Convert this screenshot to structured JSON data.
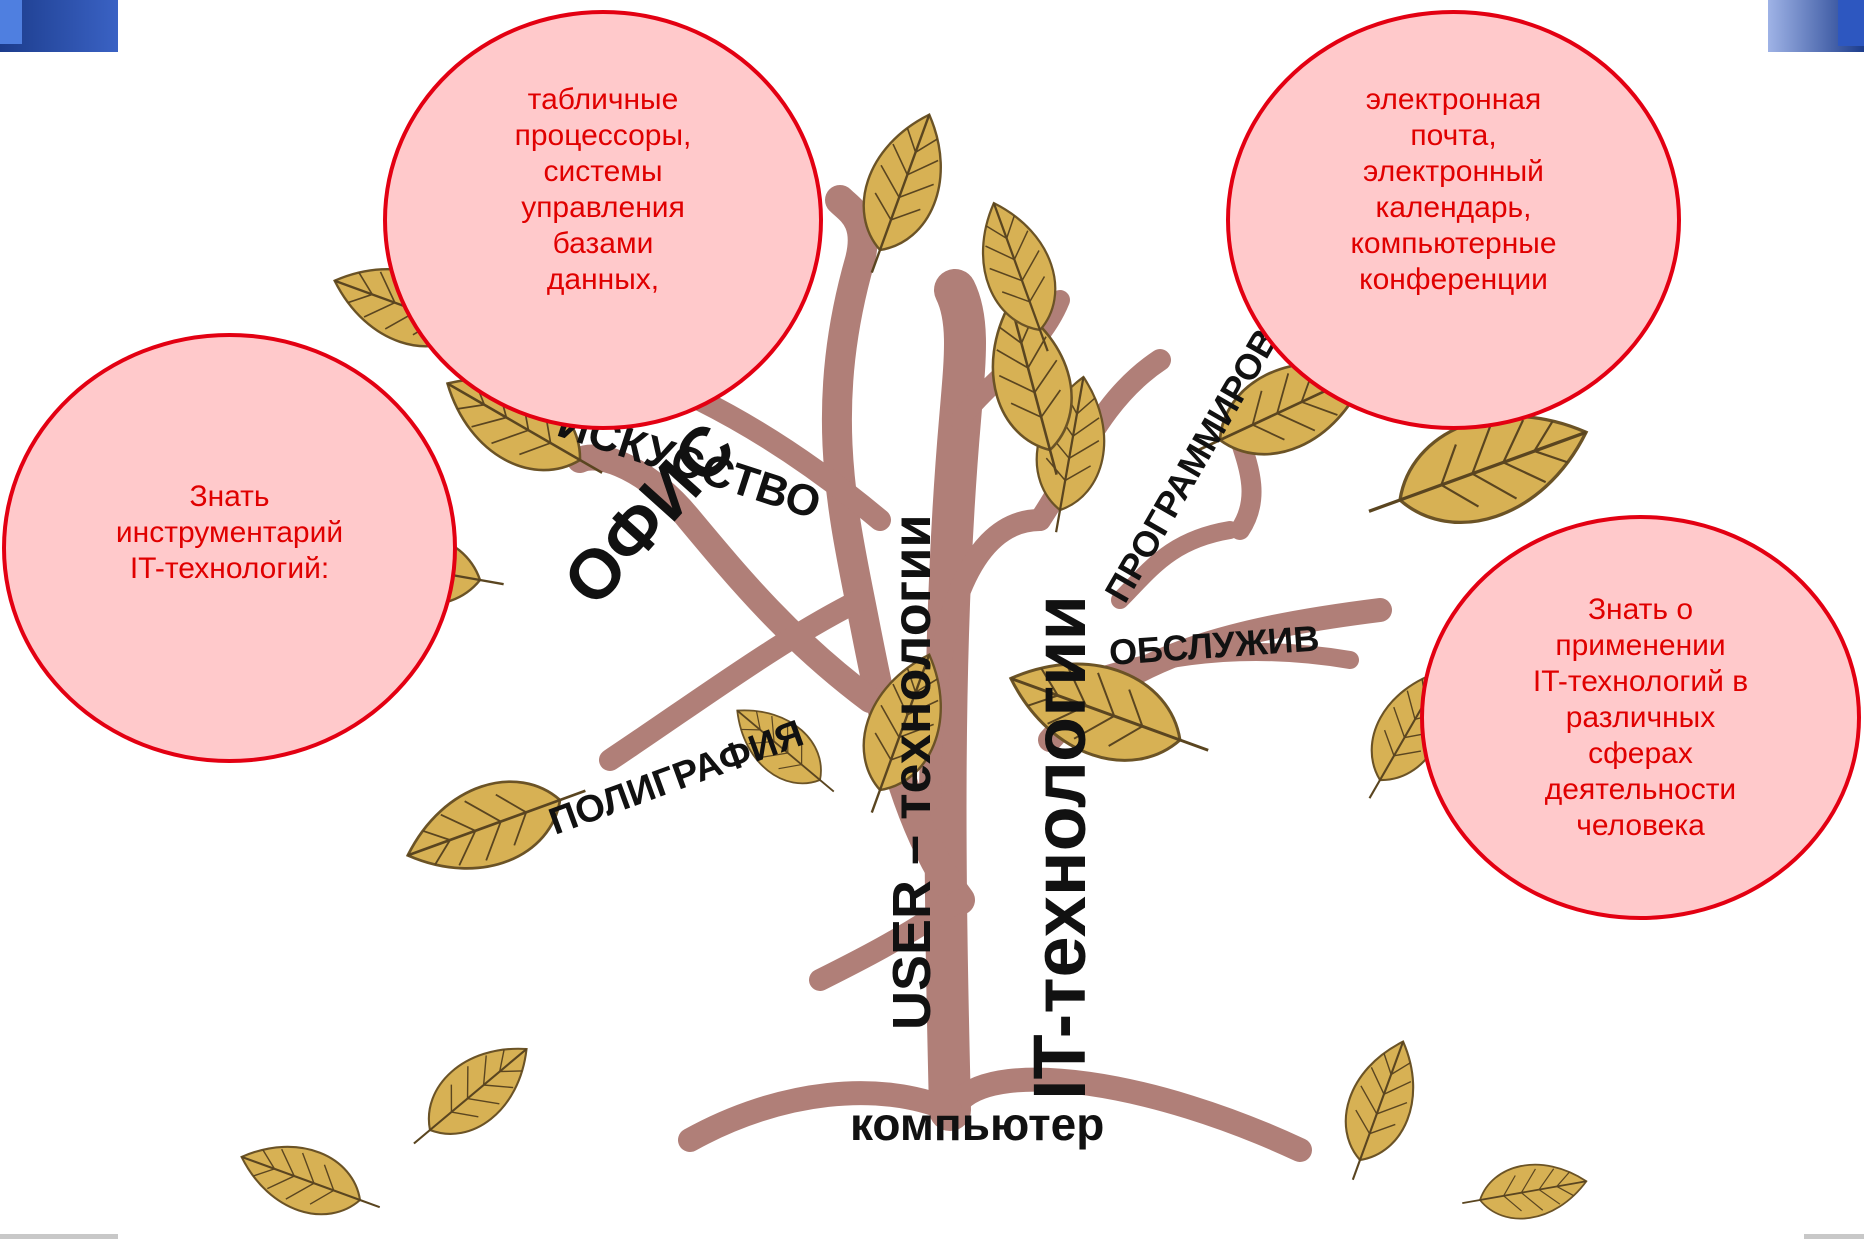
{
  "colors": {
    "bubble_fill": "#ffc9cb",
    "bubble_border": "#e30012",
    "bubble_text": "#e00000",
    "branch": "#b07f78",
    "branch_dark": "#8a5a55",
    "leaf": "#d7b154",
    "leaf_vein": "#5a4520",
    "corner_blue": "#1c3c8c"
  },
  "tree_labels": {
    "office": "ОФИС",
    "art": "ИСКУССТВО",
    "polygraphy": "ПОЛИГРАФИЯ",
    "user_tech": "USER – технологии",
    "it_tech": "IT-технологии",
    "programming": "ПРОГРАММИРОВ",
    "service": "ОБСЛУЖИВ",
    "computer": "компьютер"
  },
  "bubbles": {
    "tables": "табличные\nпроцессоры,\nсистемы\nуправления\nбазами\nданных,",
    "email": "электронная\nпочта,\nэлектронный\nкалендарь,\nкомпьютерные\nконференции",
    "tools": "Знать\nинструментарий\nIT-технологий:",
    "application": "Знать о\nприменении\nIT-технологий в\nразличных\nсферах\nдеятельности\nчеловека"
  }
}
